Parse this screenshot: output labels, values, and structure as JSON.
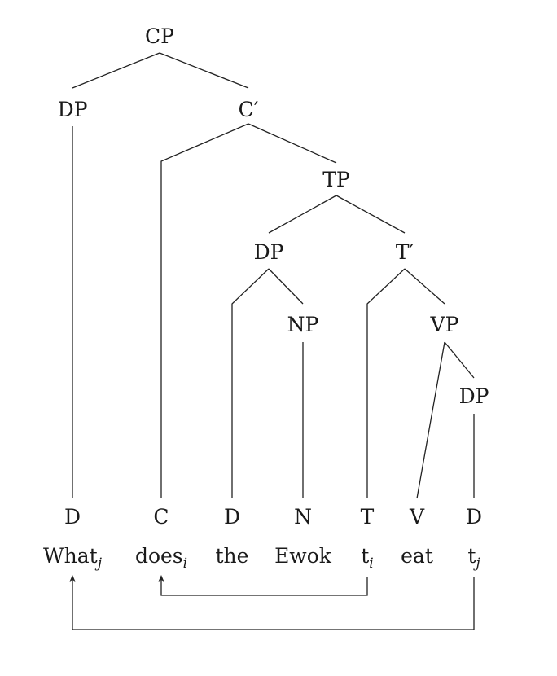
{
  "nodes": {
    "cp": "CP",
    "dp_spec": "DP",
    "c_bar": "C′",
    "tp": "TP",
    "dp_subj": "DP",
    "t_bar": "T′",
    "np": "NP",
    "vp": "VP",
    "dp_obj": "DP",
    "d1": "D",
    "c": "C",
    "d2": "D",
    "n": "N",
    "t": "T",
    "v": "V",
    "d3": "D"
  },
  "words": {
    "what": {
      "base": "What",
      "sub": "j"
    },
    "does": {
      "base": "does",
      "sub": "i"
    },
    "the": {
      "base": "the",
      "sub": ""
    },
    "ewok": {
      "base": "Ewok",
      "sub": ""
    },
    "trace_i": {
      "base": "t",
      "sub": "i"
    },
    "eat": {
      "base": "eat",
      "sub": ""
    },
    "trace_j": {
      "base": "t",
      "sub": "j"
    }
  },
  "colors": {
    "ink": "#1a1a1a",
    "background": "#ffffff"
  }
}
